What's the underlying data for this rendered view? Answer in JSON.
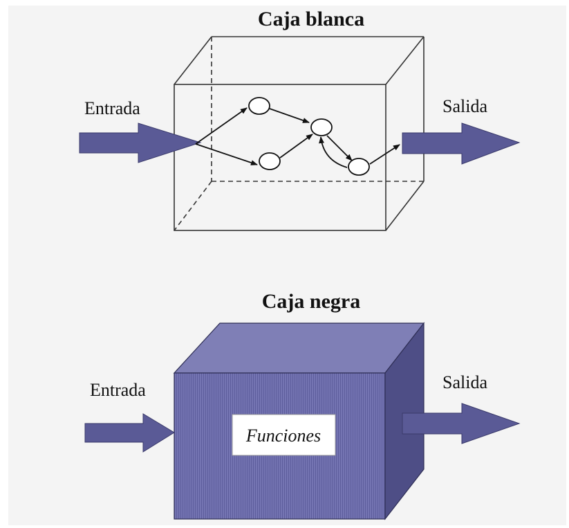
{
  "white_box": {
    "title": "Caja blanca",
    "input_label": "Entrada",
    "output_label": "Salida"
  },
  "black_box": {
    "title": "Caja negra",
    "input_label": "Entrada",
    "output_label": "Salida",
    "inner_label": "Funciones"
  },
  "colors": {
    "arrow_fill": "#5a5a96",
    "box_front": "#6e6eae",
    "box_top": "#7f7fb6",
    "box_side": "#4e4e86",
    "background": "#f4f4f4"
  }
}
